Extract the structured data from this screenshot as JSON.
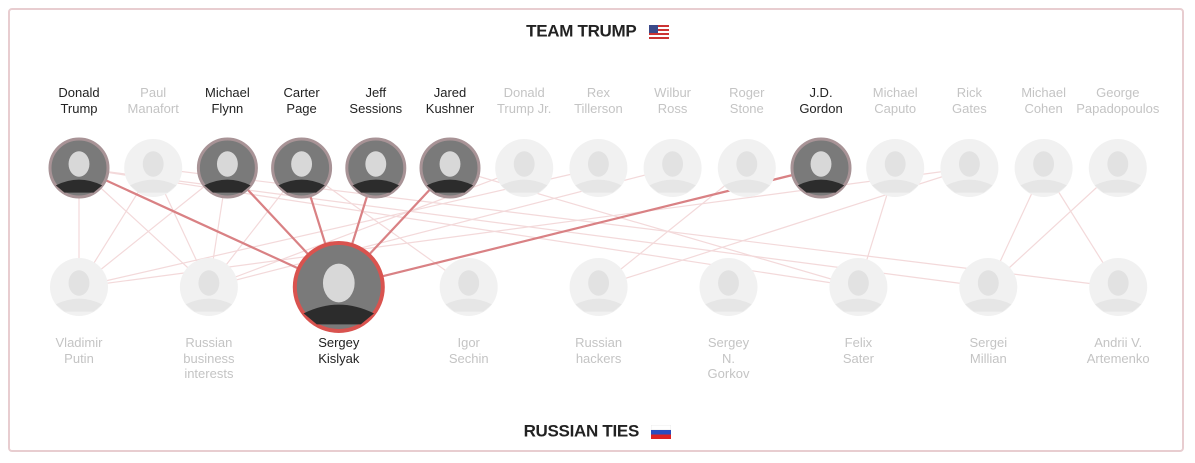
{
  "headings": {
    "top": "TEAM TRUMP",
    "bottom": "RUSSIAN TIES"
  },
  "colors": {
    "accent": "#d9534f",
    "line": "#d98184",
    "border": "#e8cdd0"
  },
  "team": [
    {
      "name": [
        "Donald",
        "Trump"
      ],
      "active": true
    },
    {
      "name": [
        "Paul",
        "Manafort"
      ],
      "active": false
    },
    {
      "name": [
        "Michael",
        "Flynn"
      ],
      "active": true
    },
    {
      "name": [
        "Carter",
        "Page"
      ],
      "active": true
    },
    {
      "name": [
        "Jeff",
        "Sessions"
      ],
      "active": true
    },
    {
      "name": [
        "Jared",
        "Kushner"
      ],
      "active": true
    },
    {
      "name": [
        "Donald",
        "Trump Jr."
      ],
      "active": false
    },
    {
      "name": [
        "Rex",
        "Tillerson"
      ],
      "active": false
    },
    {
      "name": [
        "Wilbur",
        "Ross"
      ],
      "active": false
    },
    {
      "name": [
        "Roger",
        "Stone"
      ],
      "active": false
    },
    {
      "name": [
        "J.D.",
        "Gordon"
      ],
      "active": true
    },
    {
      "name": [
        "Michael",
        "Caputo"
      ],
      "active": false
    },
    {
      "name": [
        "Rick",
        "Gates"
      ],
      "active": false
    },
    {
      "name": [
        "Michael",
        "Cohen"
      ],
      "active": false
    },
    {
      "name": [
        "George",
        "Papadopoulos"
      ],
      "active": false
    }
  ],
  "russia": [
    {
      "name": [
        "Vladimir",
        "Putin"
      ],
      "active": false
    },
    {
      "name": [
        "Russian",
        "business",
        "interests"
      ],
      "active": false
    },
    {
      "name": [
        "Sergey",
        "Kislyak"
      ],
      "active": true,
      "selected": true
    },
    {
      "name": [
        "Igor",
        "Sechin"
      ],
      "active": false
    },
    {
      "name": [
        "Russian",
        "hackers"
      ],
      "active": false
    },
    {
      "name": [
        "Sergey",
        "N.",
        "Gorkov"
      ],
      "active": false
    },
    {
      "name": [
        "Felix",
        "Sater"
      ],
      "active": false
    },
    {
      "name": [
        "Sergei",
        "Millian"
      ],
      "active": false
    },
    {
      "name": [
        "Andrii V.",
        "Artemenko"
      ],
      "active": false
    }
  ],
  "connections": [
    {
      "team": 0,
      "russia": 2,
      "strong": true
    },
    {
      "team": 2,
      "russia": 2,
      "strong": true
    },
    {
      "team": 3,
      "russia": 2,
      "strong": true
    },
    {
      "team": 4,
      "russia": 2,
      "strong": true
    },
    {
      "team": 5,
      "russia": 2,
      "strong": true
    },
    {
      "team": 10,
      "russia": 2,
      "strong": true
    },
    {
      "team": 0,
      "russia": 0,
      "strong": false
    },
    {
      "team": 0,
      "russia": 1,
      "strong": false
    },
    {
      "team": 0,
      "russia": 6,
      "strong": false
    },
    {
      "team": 0,
      "russia": 7,
      "strong": false
    },
    {
      "team": 1,
      "russia": 1,
      "strong": false
    },
    {
      "team": 1,
      "russia": 0,
      "strong": false
    },
    {
      "team": 2,
      "russia": 1,
      "strong": false
    },
    {
      "team": 2,
      "russia": 0,
      "strong": false
    },
    {
      "team": 3,
      "russia": 3,
      "strong": false
    },
    {
      "team": 3,
      "russia": 1,
      "strong": false
    },
    {
      "team": 6,
      "russia": 1,
      "strong": false
    },
    {
      "team": 7,
      "russia": 0,
      "strong": false
    },
    {
      "team": 8,
      "russia": 1,
      "strong": false
    },
    {
      "team": 9,
      "russia": 4,
      "strong": false
    },
    {
      "team": 11,
      "russia": 6,
      "strong": false
    },
    {
      "team": 12,
      "russia": 4,
      "strong": false
    },
    {
      "team": 13,
      "russia": 7,
      "strong": false
    },
    {
      "team": 13,
      "russia": 8,
      "strong": false
    },
    {
      "team": 14,
      "russia": 7,
      "strong": false
    },
    {
      "team": 1,
      "russia": 8,
      "strong": false
    },
    {
      "team": 12,
      "russia": 0,
      "strong": false
    },
    {
      "team": 5,
      "russia": 6,
      "strong": false
    }
  ]
}
